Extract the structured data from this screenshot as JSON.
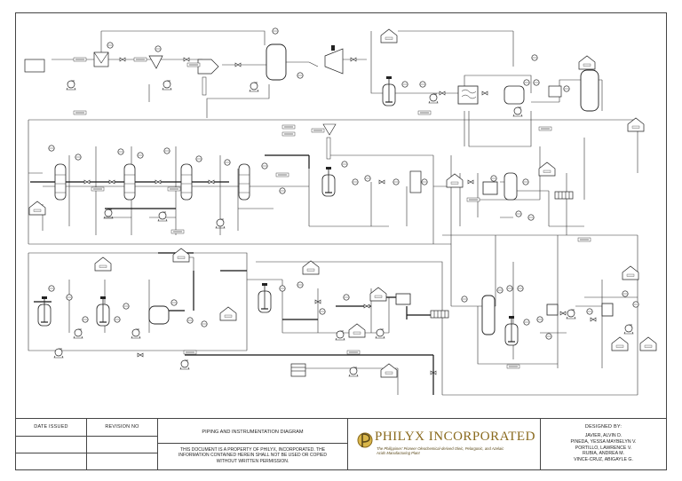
{
  "titleblock": {
    "date_issued_label": "DATE ISSUED",
    "revision_label": "REVISION NO",
    "diagram_title": "PIPING AND INSTRUMENTATION DIAGRAM",
    "disclaimer": "THIS DOCUMENT IS A PROPERTY OF PHILYX, INCORPORATED. THE INFORMATION CONTAINED HEREIN SHALL NOT BE USED OR COPIED WITHOUT WRITTEN PERMISSION.",
    "company_name": "PHILYX INCORPORATED",
    "company_tagline": "The Philippines' Pioneer Oleochemical-derived Oleic, Pelargonic, and Azelaic Acids Manufacturing Plant",
    "designed_by_label": "DESIGNED BY:",
    "designers": [
      "JAVIER, ALVIN D.",
      "PINEDA, YESSA MAYBELYN V.",
      "PORTILLO, LAWRENCE V.",
      "RUBIA, ANDREA M.",
      "VINCE-CRUZ, ABIGAYLE G."
    ]
  }
}
